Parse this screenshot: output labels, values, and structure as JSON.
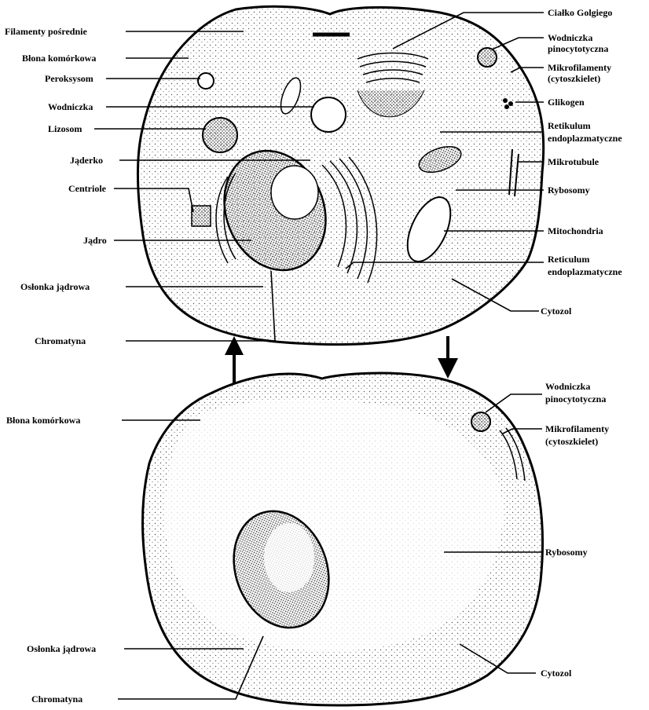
{
  "top_cell": {
    "left_labels": {
      "filamenty": "Filamenty pośrednie",
      "blona": "Błona komórkowa",
      "peroksysom": "Peroksysom",
      "wodniczka": "Wodniczka",
      "lizosom": "Lizosom",
      "jaderko": "Jąderko",
      "centriole": "Centriole",
      "jadro": "Jądro",
      "oslonka": "Osłonka jądrowa",
      "chromatyna": "Chromatyna"
    },
    "right_labels": {
      "golgi": "Ciałko Golgiego",
      "wodn_pino_1": "Wodniczka",
      "wodn_pino_2": "pinocytotyczna",
      "mikrofil_1": "Mikrofilamenty",
      "mikrofil_2": "(cytoszkielet)",
      "glikogen": "Glikogen",
      "retikulum_1": "Retikulum",
      "retikulum_2": "endoplazmatyczne",
      "mikrotubule": "Mikrotubule",
      "rybosomy": "Rybosomy",
      "mitochondria": "Mitochondria",
      "reticulum_1": "Reticulum",
      "reticulum_2": "endoplazmatyczne",
      "cytozol": "Cytozol"
    }
  },
  "bottom_cell": {
    "left_labels": {
      "blona": "Błona komórkowa",
      "oslonka": "Osłonka jądrowa",
      "chromatyna": "Chromatyna"
    },
    "right_labels": {
      "wodn_pino_1": "Wodniczka",
      "wodn_pino_2": "pinocytotyczna",
      "mikrofil_1": "Mikrofilamenty",
      "mikrofil_2": "(cytoszkielet)",
      "rybosomy": "Rybosomy",
      "cytozol": "Cytozol"
    }
  }
}
